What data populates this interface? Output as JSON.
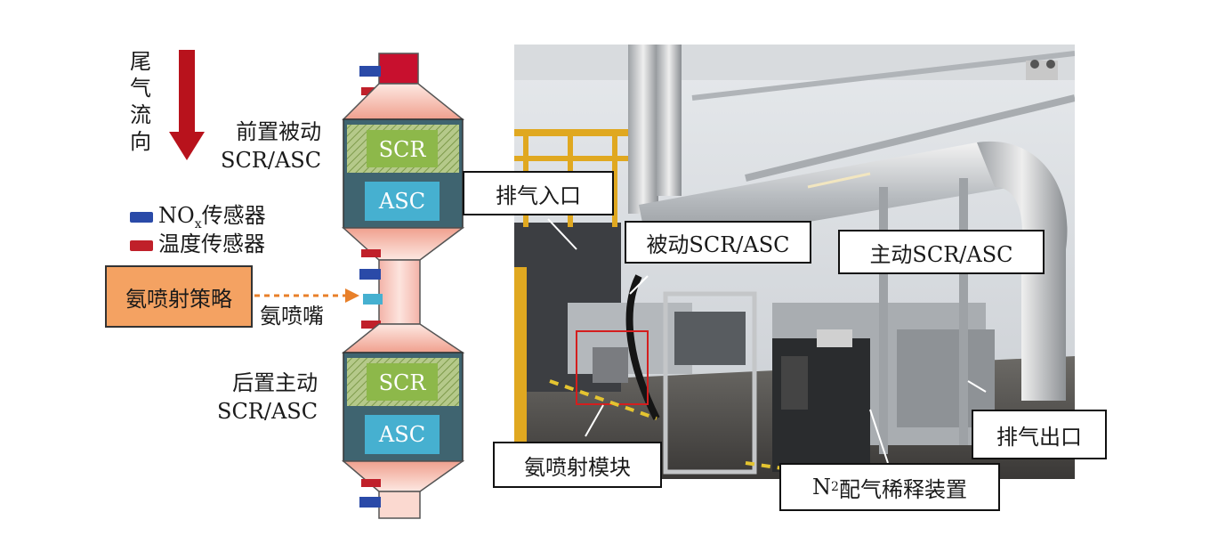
{
  "flow": {
    "label": "尾气流向"
  },
  "legend": {
    "nox_sensor": {
      "prefix": "NO",
      "sub": "x",
      "suffix": "传感器",
      "color": "#2a4aa8"
    },
    "temp_sensor": {
      "label": "温度传感器",
      "color": "#c0202a"
    }
  },
  "strategy": {
    "label": "氨喷射策略",
    "color": "#f4a262"
  },
  "nozzle": {
    "label": "氨喷嘴"
  },
  "stages": {
    "front": {
      "line1": "前置被动",
      "line2": "SCR/ASC"
    },
    "rear": {
      "line1": "后置主动",
      "line2": "SCR/ASC"
    }
  },
  "catalysts": {
    "scr": "SCR",
    "asc": "ASC",
    "scr_color": "#8db84a",
    "asc_color": "#46b0d0"
  },
  "callouts": {
    "inlet": "排气入口",
    "passive": "被动SCR/ASC",
    "active": "主动SCR/ASC",
    "outlet": "排气出口",
    "ammonia_module": "氨喷射模块",
    "n2_prefix": "N",
    "n2_sub": "2",
    "n2_suffix": "配气稀释装置"
  }
}
